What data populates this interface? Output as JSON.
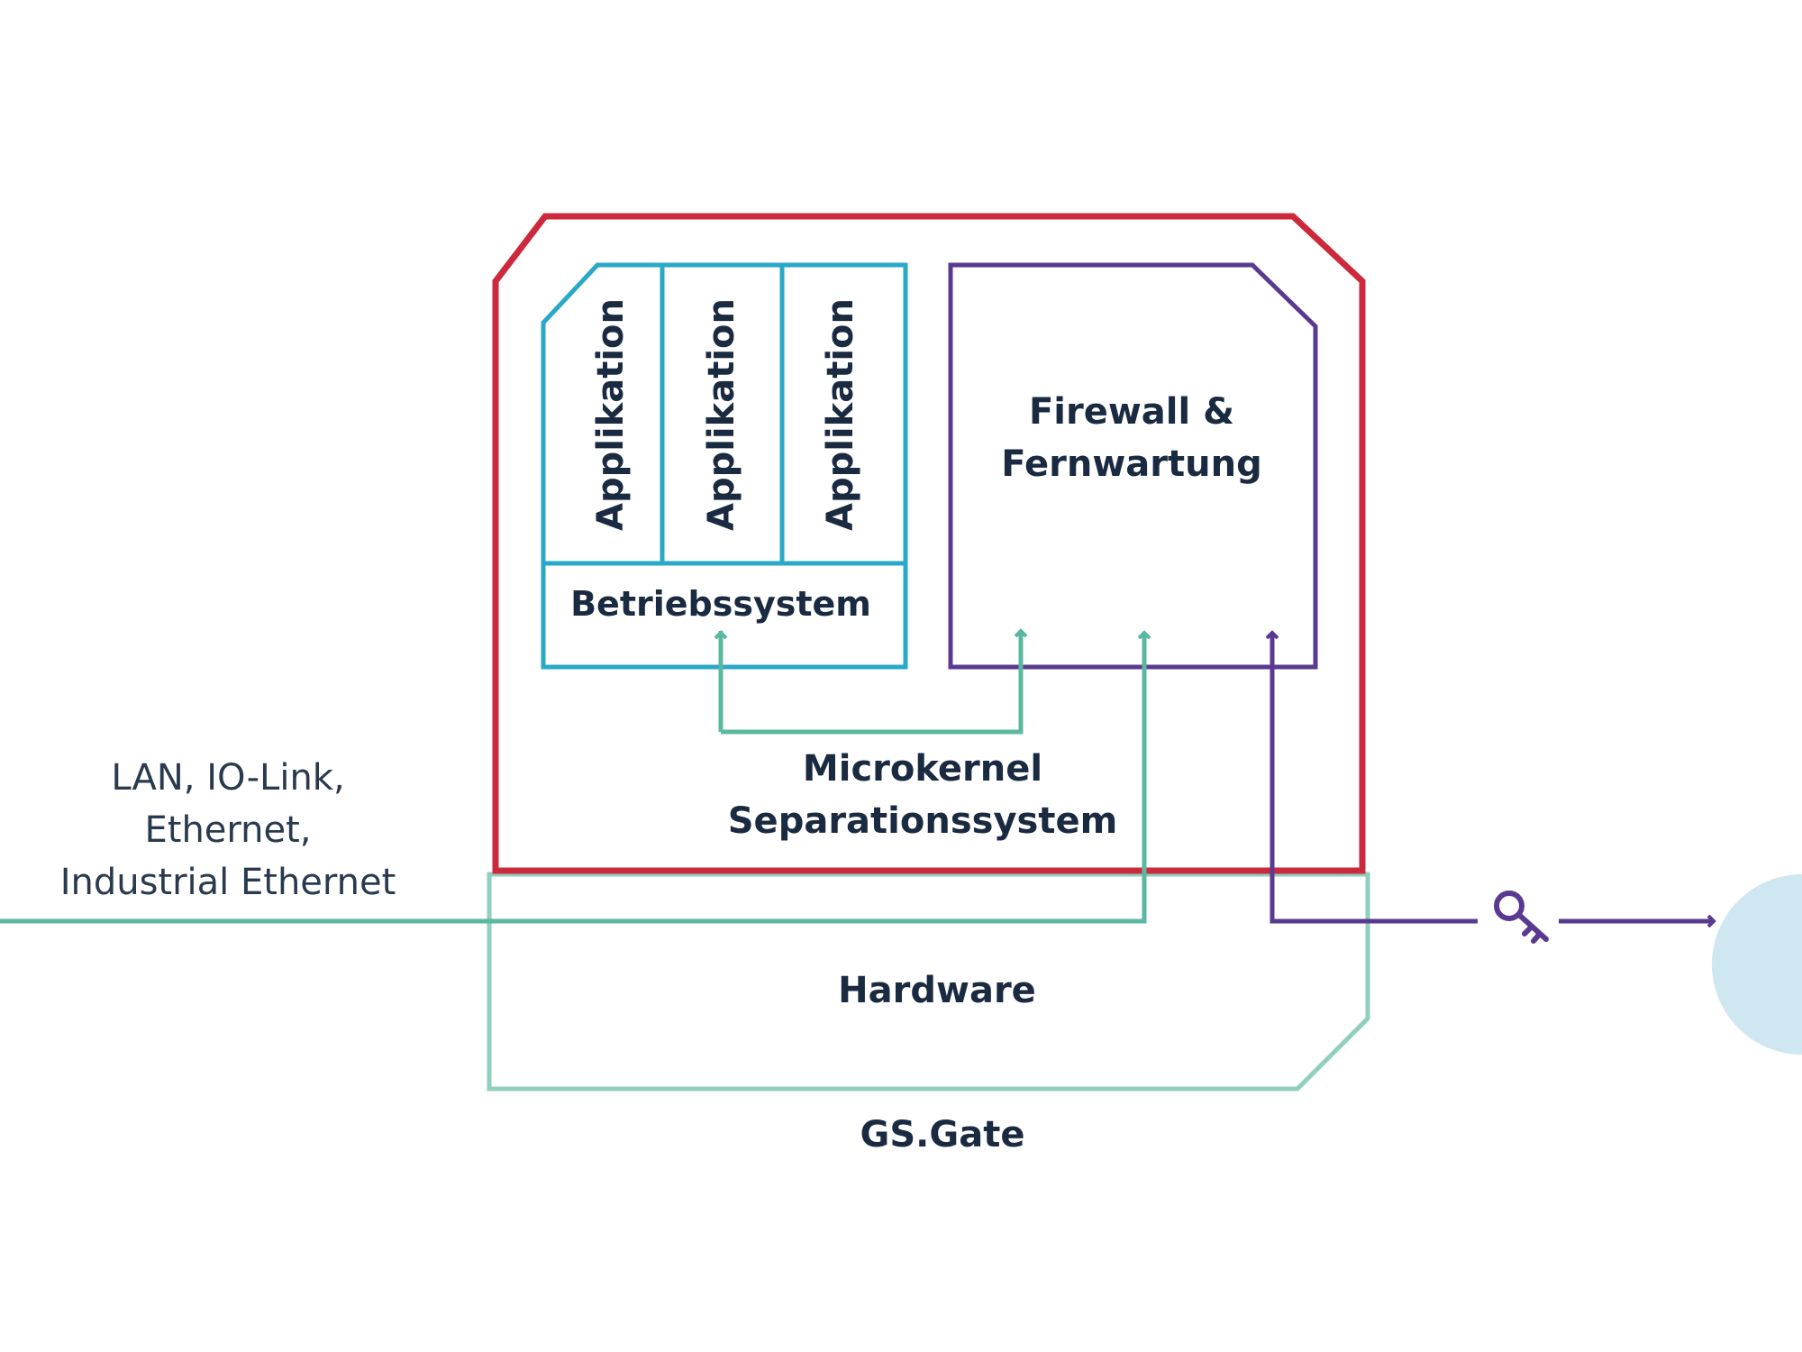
{
  "colors": {
    "outer_red": "#cc2a3c",
    "hardware_teal": "#8fcfbe",
    "app_blue": "#29a8c8",
    "firewall_purple": "#5a3a90",
    "line_green": "#5bb8a0",
    "text_dark": "#1a2a40",
    "circle_fill": "#cfe7f1"
  },
  "icons": {
    "key": "key-icon"
  },
  "labels": {
    "applications": [
      "Applikation",
      "Applikation",
      "Applikation"
    ],
    "os": "Betriebssystem",
    "firewall": [
      "Firewall &",
      "Fernwartung"
    ],
    "microkernel": [
      "Microkernel",
      "Separationssystem"
    ],
    "hardware": "Hardware",
    "device": "GS.Gate",
    "networks": [
      "LAN, IO-Link,",
      "Ethernet,",
      "Industrial Ethernet"
    ]
  }
}
